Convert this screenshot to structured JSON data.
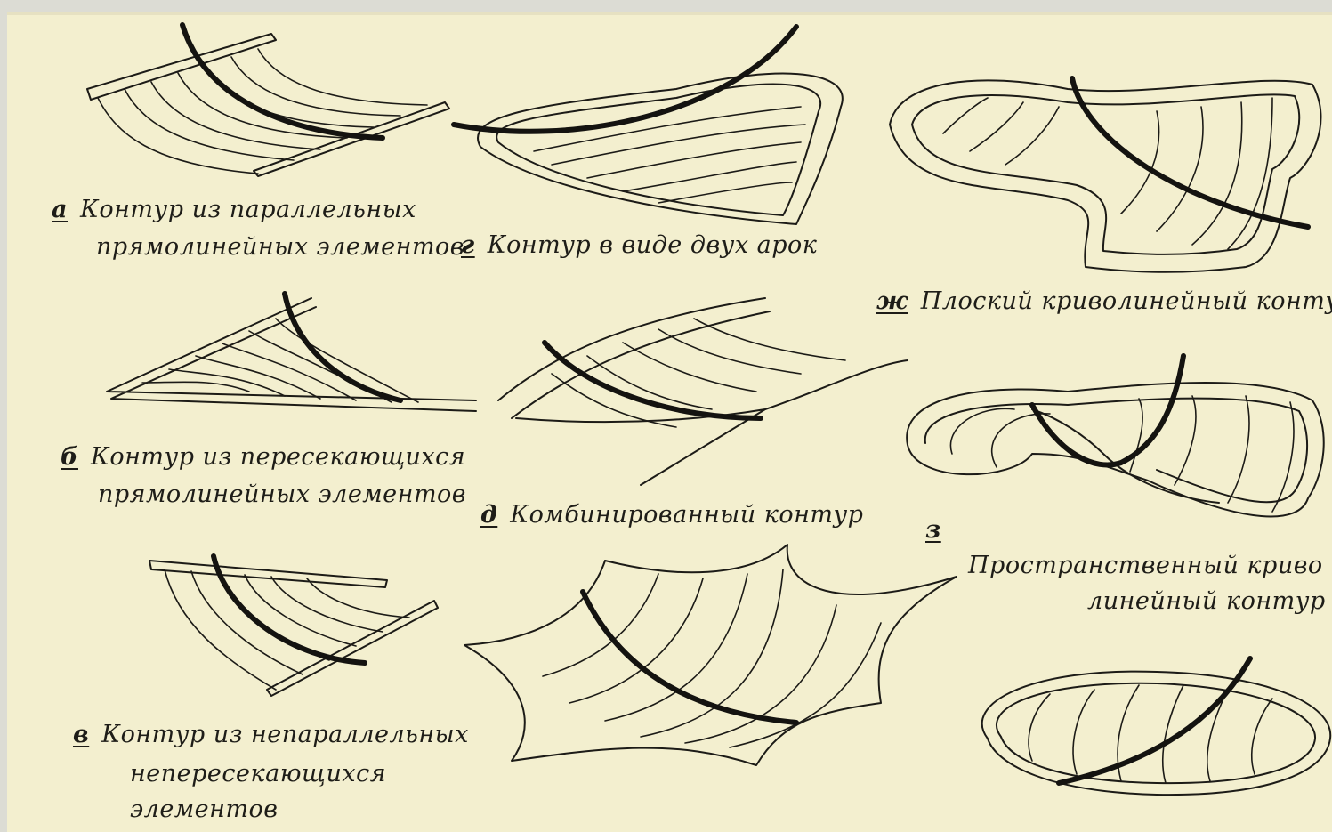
{
  "labels": {
    "a": {
      "letter": "а",
      "line1": "Контур из параллельных",
      "line2": "прямолинейных элементов"
    },
    "b": {
      "letter": "б",
      "line1": "Контур из пересекающихся",
      "line2": "прямолинейных элементов"
    },
    "v": {
      "letter": "в",
      "line1": "Контур из непараллельных",
      "line2": "непересекающихся",
      "line3": "элементов"
    },
    "g": {
      "letter": "г",
      "line1": "Контур в виде двух арок"
    },
    "d": {
      "letter": "д",
      "line1": "Комбинированный контур"
    },
    "zh": {
      "letter": "ж",
      "line1": "Плоский криволинейный контур"
    },
    "z": {
      "letter": "з",
      "line1": "Пространственный криво",
      "line2": "линейный контур"
    }
  }
}
